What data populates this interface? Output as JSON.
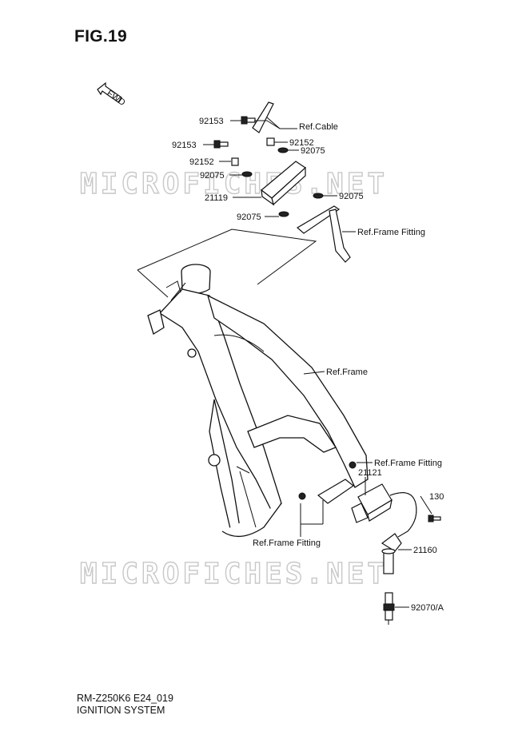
{
  "figure": {
    "title": "FIG.19"
  },
  "watermark": {
    "text": "MICROFICHES.NET"
  },
  "fwd_label": "FWD",
  "labels": {
    "p92153a": "92153",
    "p92153b": "92153",
    "p92152a": "92152",
    "p92152b": "92152",
    "p92075a": "92075",
    "p92075b": "92075",
    "p92075c": "92075",
    "p92075d": "92075",
    "p21119": "21119",
    "ref_cable": "Ref.Cable",
    "ref_frame_fitting_top": "Ref.Frame Fitting",
    "ref_frame": "Ref.Frame",
    "ref_frame_fitting_mid": "Ref.Frame Fitting",
    "p21121": "21121",
    "p130": "130",
    "ref_frame_fitting_bottom": "Ref.Frame Fitting",
    "p21160": "21160",
    "p92070a": "92070/A"
  },
  "footer": {
    "code": "RM-Z250K6 E24_019",
    "name": "IGNITION SYSTEM"
  }
}
